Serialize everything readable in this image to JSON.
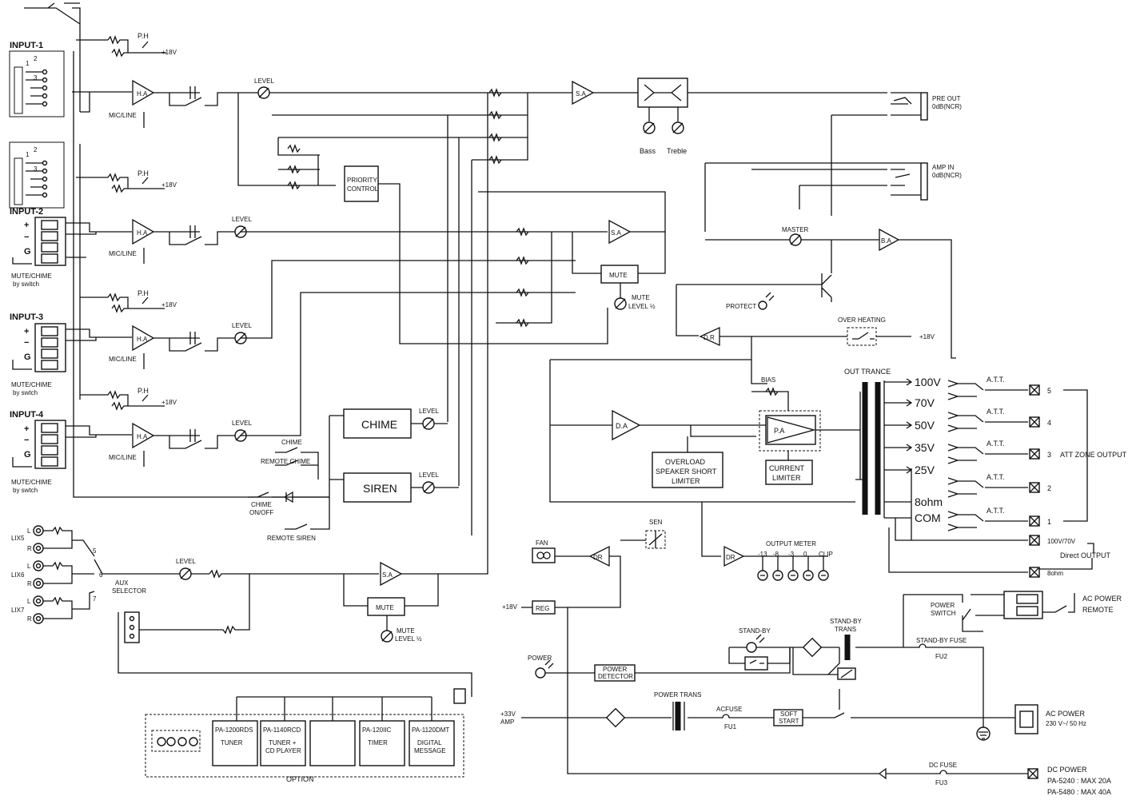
{
  "inputs": {
    "input1": "INPUT-1",
    "input2": "INPUT-2",
    "input3": "INPUT-3",
    "input4": "INPUT-4",
    "ph": "P.H",
    "plus18v": "+18V",
    "ha": "H.A",
    "micline": "MIC/LINE",
    "level": "LEVEL",
    "pin1": "1",
    "pin2": "2",
    "pin3": "3",
    "plus": "+",
    "minus": "−",
    "g": "G",
    "mutechime_switch": "MUTE/CHIME",
    "by_switch": "by switch",
    "by_swtch": "by swtch"
  },
  "aux": {
    "lix5": "LIX5",
    "lix6": "LIX6",
    "lix7": "LIX7",
    "l": "L",
    "r": "R",
    "sel5": "5",
    "sel6": "6",
    "sel7": "7",
    "selector_1": "AUX",
    "selector_2": "SELECTOR",
    "level": "LEVEL",
    "sa": "S.A",
    "mute": "MUTE",
    "mute_level": "MUTE",
    "mute_level_2": "LEVEL ½"
  },
  "center": {
    "priority_1": "PRIORITY",
    "priority_2": "CONTROL",
    "chime": "CHIME",
    "siren": "SIREN",
    "level": "LEVEL",
    "chime_sw": "CHIME",
    "remote_chime": "REMOTE CHIME",
    "chime_onoff_1": "CHIME",
    "chime_onoff_2": "ON/OFF",
    "remote_siren": "REMOTE SIREN",
    "sa": "S.A",
    "mute": "MUTE",
    "mute_level_1": "MUTE",
    "mute_level_2": "LEVEL ½"
  },
  "tone": {
    "sa": "S.A",
    "bass": "Bass",
    "treble": "Treble",
    "pre_out_1": "PRE OUT",
    "pre_out_2": "0dB(NCR)",
    "amp_in_1": "AMP IN",
    "amp_in_2": "0dB(NCR)",
    "master": "MASTER",
    "ba": "B.A",
    "protect": "PROTECT",
    "over_heating": "OVER HEATING",
    "plus18v": "+18V",
    "dr": "D.R"
  },
  "poweramp": {
    "da": "D.A",
    "bias": "BIAS",
    "pa": "P.A",
    "overload_1": "OVERLOAD",
    "overload_2": "SPEAKER SHORT",
    "overload_3": "LIMITER",
    "current_1": "CURRENT",
    "current_2": "LIMITER",
    "out_trance": "OUT TRANCE",
    "taps": [
      "100V",
      "70V",
      "50V",
      "35V",
      "25V",
      "8ohm",
      "COM"
    ],
    "att": "A.T.T.",
    "zones": [
      "5",
      "4",
      "3",
      "2",
      "1"
    ],
    "att_zone_output": "ATT ZONE OUTPUT",
    "direct_1": "100V/70V",
    "direct_2": "Direct OUTPUT",
    "direct_8ohm": "8ohm"
  },
  "meter": {
    "fan": "FAN",
    "dr": "DR",
    "sen": "SEN",
    "output_meter": "OUTPUT METER",
    "scale": [
      "-13",
      "-8",
      "-3",
      "0",
      "CLIP"
    ],
    "dr2": "DR"
  },
  "power": {
    "plus18v": "+18V",
    "reg": "REG",
    "power": "POWER",
    "detector_1": "POWER",
    "detector_2": "DETECTOR",
    "amp33_1": "+33V",
    "amp33_2": "AMP",
    "power_trans": "POWER TRANS",
    "acfuse_1": "ACFUSE",
    "acfuse_2": "FU1",
    "soft_1": "SOFT",
    "soft_2": "START",
    "standby": "STAND-BY",
    "standby_trans_1": "STAND-BY",
    "standby_trans_2": "TRANS",
    "standby_fuse_1": "STAND-BY FUSE",
    "standby_fuse_2": "FU2",
    "power_switch_1": "POWER",
    "power_switch_2": "SWITCH",
    "ac_remote_1": "AC POWER",
    "ac_remote_2": "REMOTE",
    "ac_power_1": "AC POWER",
    "ac_power_2": "230 V~/ 50 Hz",
    "dc_fuse_1": "DC FUSE",
    "dc_fuse_2": "FU3",
    "dc_power_1": "DC POWER",
    "dc_power_2": "PA-5240 : MAX 20A",
    "dc_power_3": "PA-5480 : MAX 40A",
    "rect": "◇"
  },
  "option": {
    "label": "OPTION",
    "modules": [
      {
        "model": "PA-1200RDS",
        "name_1": "TUNER",
        "name_2": ""
      },
      {
        "model": "PA-1140RCD",
        "name_1": "TUNER +",
        "name_2": "CD PLAYER"
      },
      {
        "model": "",
        "name_1": "",
        "name_2": ""
      },
      {
        "model": "PA-120IIC",
        "name_1": "TIMER",
        "name_2": ""
      },
      {
        "model": "PA-1120DMT",
        "name_1": "DIGITAL",
        "name_2": "MESSAGE"
      }
    ]
  }
}
